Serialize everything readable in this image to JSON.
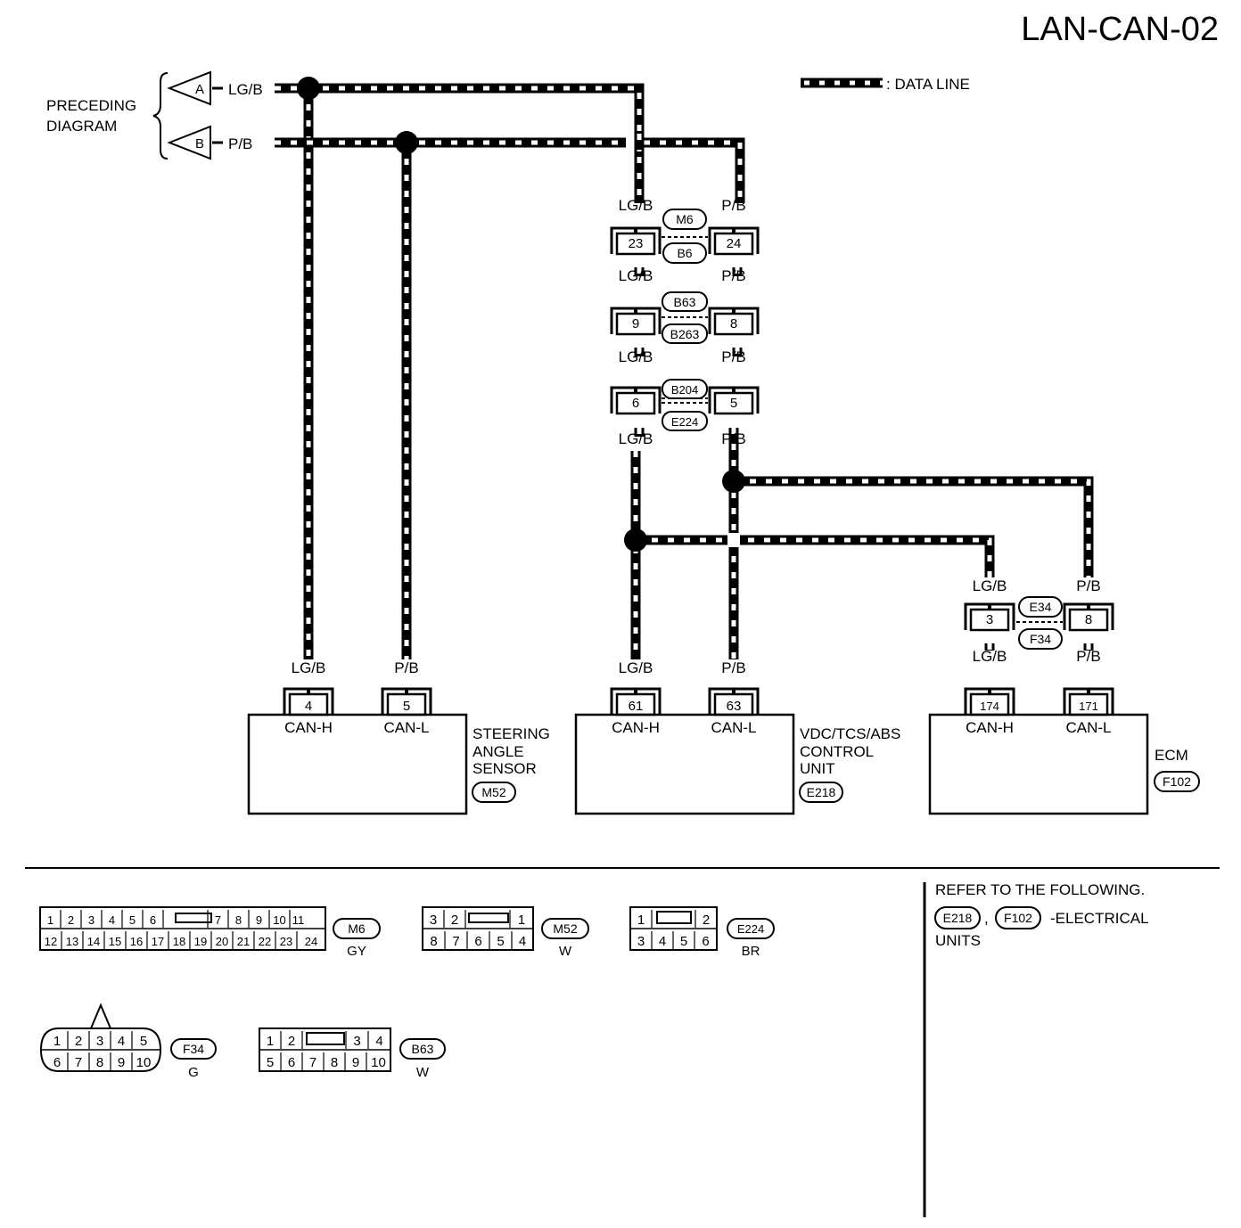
{
  "diagram_code": "LAN-CAN-02",
  "legend": {
    "label": ": DATA LINE"
  },
  "preceding": {
    "label_line1": "PRECEDING",
    "label_line2": "DIAGRAM",
    "a_letter": "A",
    "a_color": "LG/B",
    "b_letter": "B",
    "b_color": "P/B"
  },
  "wire_colors": {
    "high": "LG/B",
    "low": "P/B"
  },
  "junctions": [
    {
      "top": "M6",
      "bottom": "B6",
      "left_pin": "23",
      "right_pin": "24"
    },
    {
      "top": "B63",
      "bottom": "B263",
      "left_pin": "9",
      "right_pin": "8"
    },
    {
      "top": "B204",
      "bottom": "E224",
      "left_pin": "6",
      "right_pin": "5"
    },
    {
      "top": "E34",
      "bottom": "F34",
      "left_pin": "3",
      "right_pin": "8"
    }
  ],
  "units": [
    {
      "name_lines": [
        "STEERING",
        "ANGLE",
        "SENSOR"
      ],
      "connector": "M52",
      "h_pin": "4",
      "l_pin": "5",
      "h_label": "CAN-H",
      "l_label": "CAN-L"
    },
    {
      "name_lines": [
        "VDC/TCS/ABS",
        "CONTROL",
        "UNIT"
      ],
      "connector": "E218",
      "h_pin": "61",
      "l_pin": "63",
      "h_label": "CAN-H",
      "l_label": "CAN-L"
    },
    {
      "name_lines": [
        "ECM"
      ],
      "connector": "F102",
      "h_pin": "174",
      "l_pin": "171",
      "h_label": "CAN-H",
      "l_label": "CAN-L"
    }
  ],
  "connector_views": [
    {
      "id": "M6",
      "color": "GY",
      "row1": [
        "1",
        "2",
        "3",
        "4",
        "5",
        "6",
        "7",
        "8",
        "9",
        "10",
        "11"
      ],
      "row2": [
        "12",
        "13",
        "14",
        "15",
        "16",
        "17",
        "18",
        "19",
        "20",
        "21",
        "22",
        "23",
        "24"
      ]
    },
    {
      "id": "M52",
      "color": "W",
      "row1": [
        "3",
        "2",
        "1"
      ],
      "row2": [
        "8",
        "7",
        "6",
        "5",
        "4"
      ]
    },
    {
      "id": "E224",
      "color": "BR",
      "row1": [
        "1",
        "2"
      ],
      "row2": [
        "3",
        "4",
        "5",
        "6"
      ]
    },
    {
      "id": "F34",
      "color": "G",
      "row1": [
        "1",
        "2",
        "3",
        "4",
        "5"
      ],
      "row2": [
        "6",
        "7",
        "8",
        "9",
        "10"
      ]
    },
    {
      "id": "B63",
      "color": "W",
      "row1": [
        "1",
        "2",
        "3",
        "4"
      ],
      "row2": [
        "5",
        "6",
        "7",
        "8",
        "9",
        "10"
      ]
    }
  ],
  "refer": {
    "title": "REFER TO THE FOLLOWING.",
    "connectors": [
      "E218",
      "F102"
    ],
    "separator": ",",
    "text": "-ELECTRICAL",
    "text2": "UNITS"
  }
}
